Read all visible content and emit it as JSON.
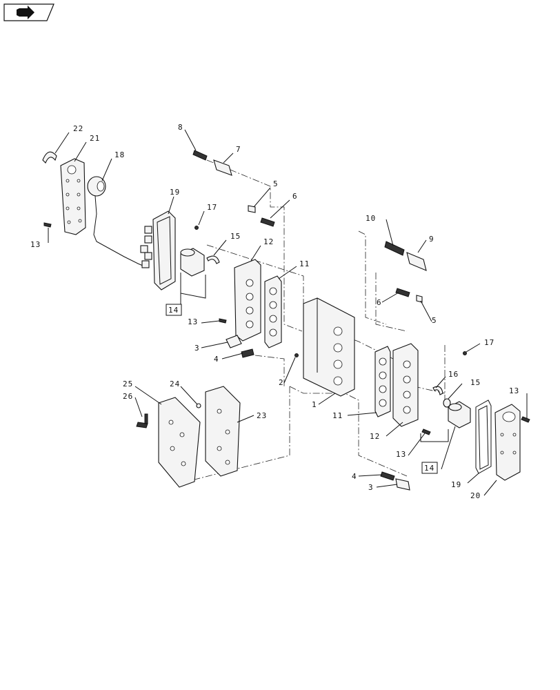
{
  "nav_icon": "back-arrow-icon",
  "callouts": [
    {
      "id": "c22",
      "text": "22"
    },
    {
      "id": "c21",
      "text": "21"
    },
    {
      "id": "c18",
      "text": "18"
    },
    {
      "id": "c13a",
      "text": "13"
    },
    {
      "id": "c19a",
      "text": "19"
    },
    {
      "id": "c17a",
      "text": "17"
    },
    {
      "id": "c15a",
      "text": "15"
    },
    {
      "id": "c14a",
      "text": "14"
    },
    {
      "id": "c12a",
      "text": "12"
    },
    {
      "id": "c11a",
      "text": "11"
    },
    {
      "id": "c13b",
      "text": "13"
    },
    {
      "id": "c3a",
      "text": "3"
    },
    {
      "id": "c4a",
      "text": "4"
    },
    {
      "id": "c8",
      "text": "8"
    },
    {
      "id": "c7",
      "text": "7"
    },
    {
      "id": "c5a",
      "text": "5"
    },
    {
      "id": "c6a",
      "text": "6"
    },
    {
      "id": "c2",
      "text": "2"
    },
    {
      "id": "c1",
      "text": "1"
    },
    {
      "id": "c10",
      "text": "10"
    },
    {
      "id": "c9",
      "text": "9"
    },
    {
      "id": "c6b",
      "text": "6"
    },
    {
      "id": "c5b",
      "text": "5"
    },
    {
      "id": "c17b",
      "text": "17"
    },
    {
      "id": "c16",
      "text": "16"
    },
    {
      "id": "c15b",
      "text": "15"
    },
    {
      "id": "c13c",
      "text": "13"
    },
    {
      "id": "c11b",
      "text": "11"
    },
    {
      "id": "c12b",
      "text": "12"
    },
    {
      "id": "c13d",
      "text": "13"
    },
    {
      "id": "c14b",
      "text": "14"
    },
    {
      "id": "c19b",
      "text": "19"
    },
    {
      "id": "c20",
      "text": "20"
    },
    {
      "id": "c4b",
      "text": "4"
    },
    {
      "id": "c3b",
      "text": "3"
    },
    {
      "id": "c25",
      "text": "25"
    },
    {
      "id": "c24",
      "text": "24"
    },
    {
      "id": "c26",
      "text": "26"
    },
    {
      "id": "c23",
      "text": "23"
    }
  ]
}
